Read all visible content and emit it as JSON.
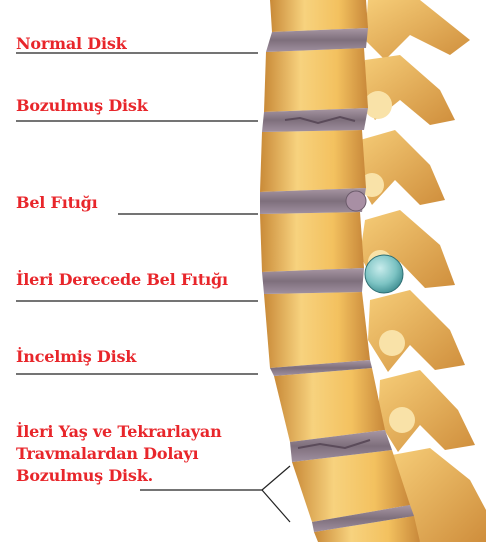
{
  "labels": {
    "normal_disk": "Normal Disk",
    "degenerated_disk": "Bozulmuş Disk",
    "herniation": "Bel Fıtığı",
    "advanced_herniation": "İleri Derecede Bel Fıtığı",
    "thinned_disk": "İncelmiş Disk",
    "age_trauma_line1": "İleri Yaş ve Tekrarlayan",
    "age_trauma_line2": "Travmalardan Dolayı",
    "age_trauma_line3": "Bozulmuş Disk."
  },
  "colors": {
    "label_red": "#e8262b",
    "leader_line": "#222222",
    "bone": "#f4c46a",
    "bone_shadow": "#d2913a",
    "disk": "#8d7e8c",
    "hernia_blue": "#7cc3c3"
  }
}
